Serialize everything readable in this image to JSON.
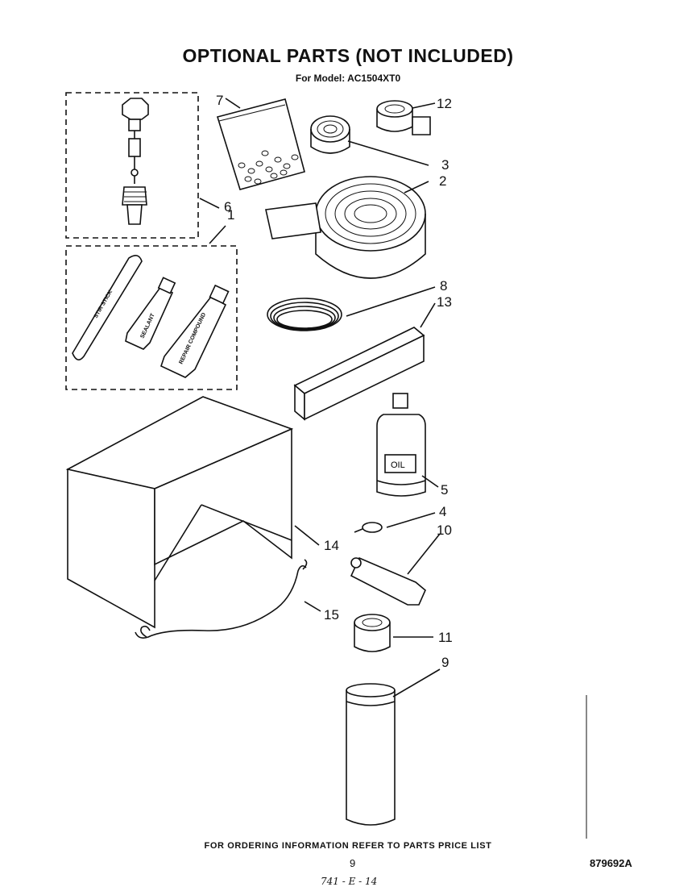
{
  "title": "OPTIONAL PARTS (NOT INCLUDED)",
  "subtitle": "For Model: AC1504XT0",
  "footer": "FOR ORDERING INFORMATION REFER TO PARTS PRICE LIST",
  "page_number": "9",
  "doc_number": "879692A",
  "handwritten_note": "741 - E - 14",
  "part_labels": {
    "p1": "1",
    "p2": "2",
    "p3": "3",
    "p4": "4",
    "p5": "5",
    "p6": "6",
    "p7": "7",
    "p8": "8",
    "p9": "9",
    "p10": "10",
    "p11": "11",
    "p12": "12",
    "p13": "13",
    "p14": "14",
    "p15": "15"
  },
  "item_text": {
    "stir_stick": "STIR STICK",
    "sealant": "SEALANT",
    "repair_compound": "REPAIR COMPOUND",
    "oil_label": "OIL"
  }
}
